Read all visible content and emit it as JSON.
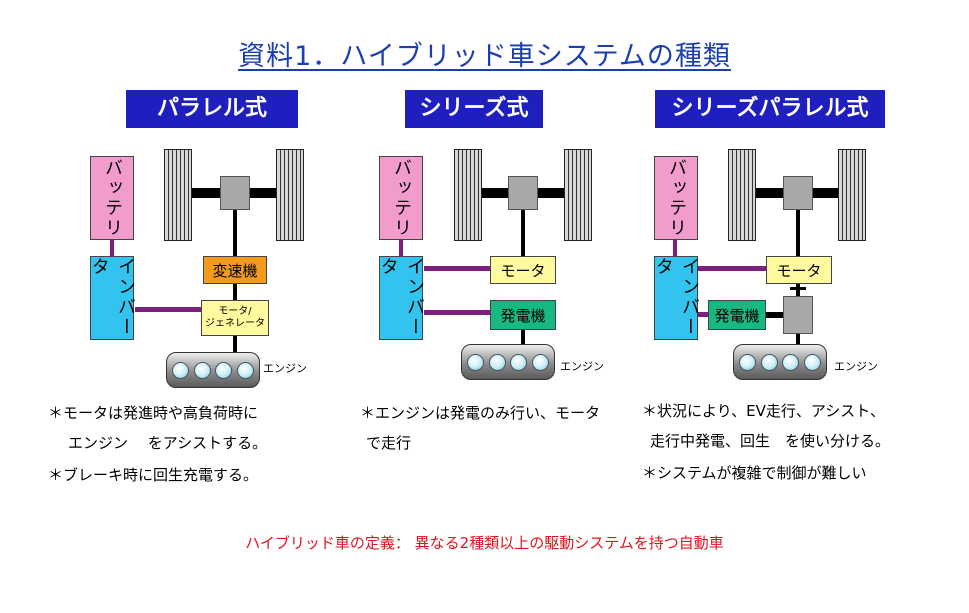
{
  "title": "資料1．ハイブリッド車システムの種類",
  "columns": [
    {
      "header": "パラレル式",
      "battery": "バッテリ",
      "inverter": "インバータ",
      "transmission": "変速機",
      "motor_generator": [
        "モータ/",
        "ジェネレータ"
      ],
      "engine": "エンジン",
      "notes": [
        "＊モータは発進時や高負荷時に",
        "エンジン　 をアシストする。",
        "＊ブレーキ時に回生充電する。"
      ]
    },
    {
      "header": "シリーズ式",
      "battery": "バッテリ",
      "inverter": "インバータ",
      "motor": "モータ",
      "generator": "発電機",
      "engine": "エンジン",
      "notes": [
        "＊エンジンは発電のみ行い、モータ",
        "で走行"
      ]
    },
    {
      "header": "シリーズパラレル式",
      "battery": "バッテリ",
      "inverter": "インバータ",
      "motor": "モータ",
      "generator": "発電機",
      "engine": "エンジン",
      "notes": [
        "＊状況により、EV走行、アシスト、",
        "走行中発電、回生　を使い分ける。",
        "＊システムが複雑で制御が難しい"
      ]
    }
  ],
  "footer": "ハイブリッド車の定義：  異なる2種類以上の駆動システムを持つ自動車",
  "colors": {
    "header_bg": "#1f1fbf",
    "title": "#1a3fb0",
    "battery": "#f29ccc",
    "inverter": "#33c3ef",
    "transmission": "#f39a1f",
    "motor": "#fffaa0",
    "generator": "#17b980",
    "electric_line": "#7d1f7d",
    "footer": "#e0141e"
  }
}
